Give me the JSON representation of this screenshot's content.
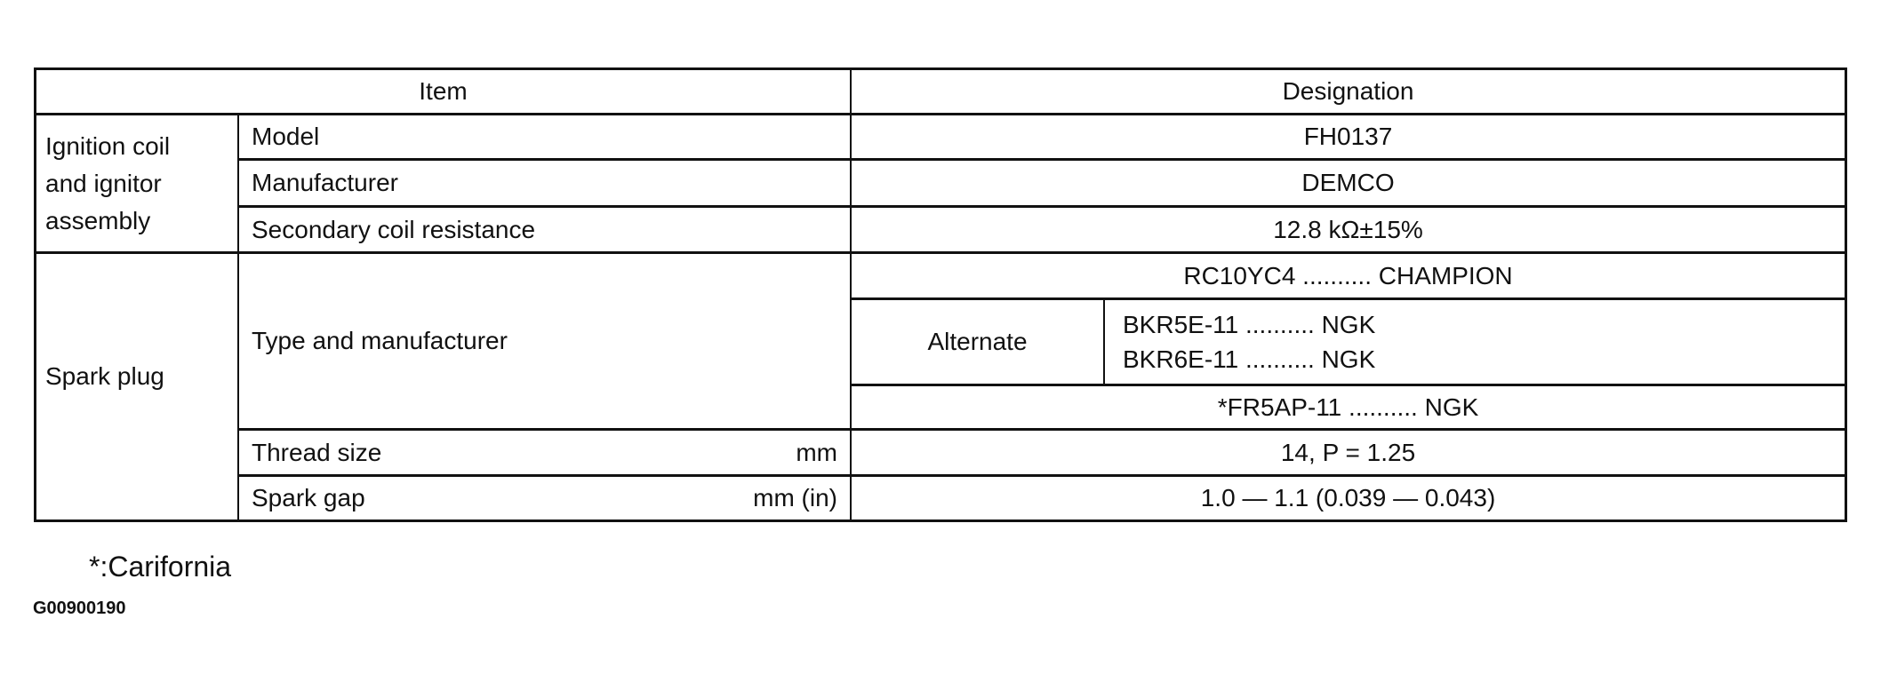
{
  "table": {
    "header": {
      "item": "Item",
      "designation": "Designation"
    },
    "ignition": {
      "group_label": "Ignition coil and ignitor assembly",
      "group_lines": [
        "Ignition coil",
        "and ignitor",
        "assembly"
      ],
      "rows": [
        {
          "item": "Model",
          "value": "FH0137"
        },
        {
          "item": "Manufacturer",
          "value": "DEMCO"
        },
        {
          "item": "Secondary coil resistance",
          "value": "12.8 kΩ±15%"
        }
      ]
    },
    "spark_plug": {
      "group_label": "Spark plug",
      "type_manufacturer": {
        "item": "Type and manufacturer",
        "primary": "RC10YC4 .......... CHAMPION",
        "alternate_label": "Alternate",
        "alternates": [
          "BKR5E-11 .......... NGK",
          "BKR6E-11 .......... NGK"
        ],
        "california": "*FR5AP-11 .......... NGK"
      },
      "thread_size": {
        "item": "Thread size",
        "unit": "mm",
        "value": "14, P = 1.25"
      },
      "spark_gap": {
        "item": "Spark gap",
        "unit": "mm (in)",
        "value": "1.0 — 1.1 (0.039 — 0.043)"
      }
    }
  },
  "footnote": "*:Carifornia",
  "figure_id": "G00900190"
}
